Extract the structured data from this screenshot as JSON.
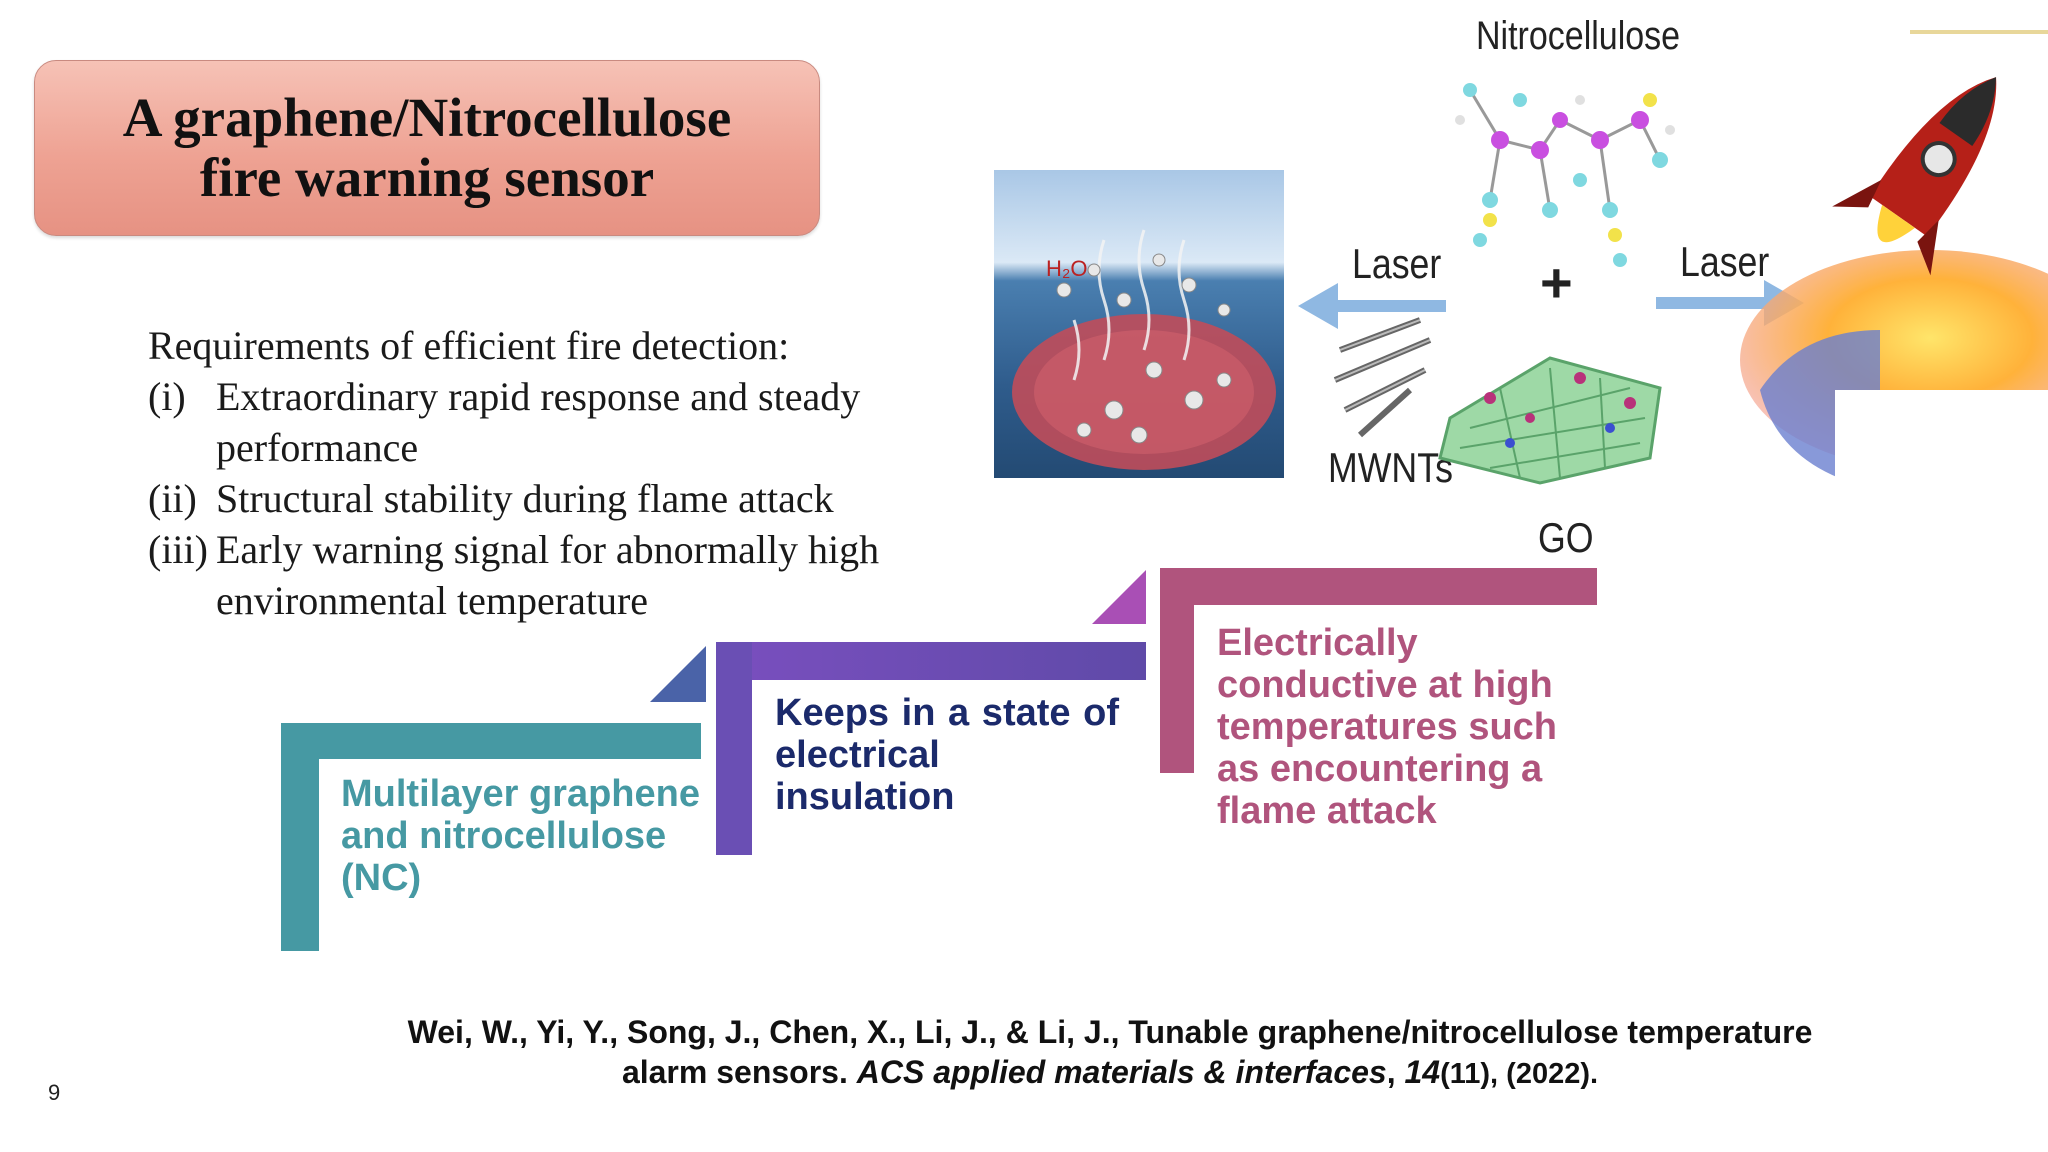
{
  "slide": {
    "title_line1": "A graphene/Nitrocellulose",
    "title_line2": "fire warning sensor",
    "requirements": {
      "heading": "Requirements of efficient fire detection:",
      "items": [
        {
          "num": "(i)",
          "line1": "Extraordinary rapid response and steady",
          "line2": "performance"
        },
        {
          "num": "(ii)",
          "line1": "Structural stability during flame attack",
          "line2": ""
        },
        {
          "num": "(iii)",
          "line1": "Early warning signal for abnormally high",
          "line2": "environmental temperature"
        }
      ]
    },
    "steps": [
      {
        "text": "Multilayer graphene and nitrocellulose (NC)",
        "color": "#4699a3"
      },
      {
        "text": "Keeps in a state of electrical insulation",
        "color": "#6a4fb4"
      },
      {
        "text": "Electrically conductive at high temperatures such as encountering a flame attack",
        "color": "#b0547d"
      }
    ],
    "figure": {
      "nitrocellulose": "Nitrocellulose",
      "laser_left": "Laser",
      "laser_right": "Laser",
      "plus": "+",
      "h2o": "H₂O",
      "mwnts": "MWNTs",
      "go": "GO"
    },
    "citation": {
      "line1": "Wei, W., Yi, Y., Song, J., Chen, X., Li, J., & Li, J., Tunable graphene/nitrocellulose temperature",
      "line2_a": "alarm sensors. ",
      "journal": "ACS applied materials & interfaces",
      "sep": ", ",
      "volume": "14",
      "issue_year": "(11), (2022)."
    },
    "page_number": "9"
  }
}
